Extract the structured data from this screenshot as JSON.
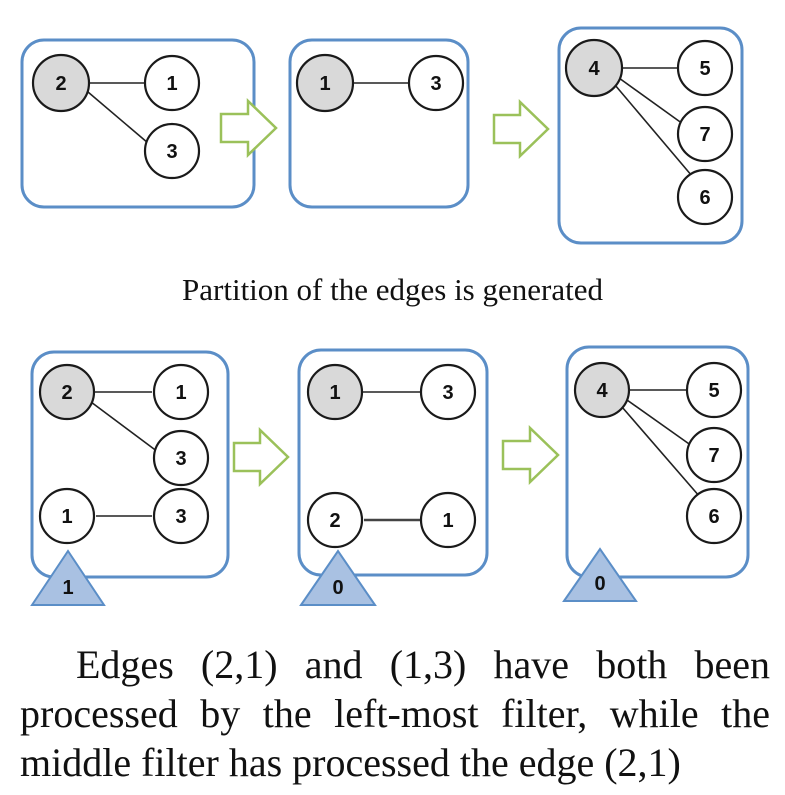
{
  "top_row": {
    "panels": [
      {
        "nodes": [
          "2",
          "1",
          "3"
        ]
      },
      {
        "nodes": [
          "1",
          "3"
        ]
      },
      {
        "nodes": [
          "4",
          "5",
          "7",
          "6"
        ]
      }
    ],
    "caption": "Partition of the edges is generated"
  },
  "bottom_row": {
    "panels": [
      {
        "nodes": [
          "2",
          "1",
          "3",
          "1",
          "3"
        ],
        "counter": "1"
      },
      {
        "nodes": [
          "1",
          "3",
          "2",
          "1"
        ],
        "counter": "0"
      },
      {
        "nodes": [
          "4",
          "5",
          "7",
          "6"
        ],
        "counter": "0"
      }
    ],
    "caption_lines": [
      "Edges (2,1) and (1,3) have both been",
      "processed by the left-most filter, while the",
      "middle filter has processed the edge (2,1)"
    ]
  },
  "colors": {
    "panel_border": "#5b8ec7",
    "root_node_fill": "#d9d9d9",
    "arrow_outline": "#9bc15a",
    "counter_fill": "#a9c1e2"
  }
}
